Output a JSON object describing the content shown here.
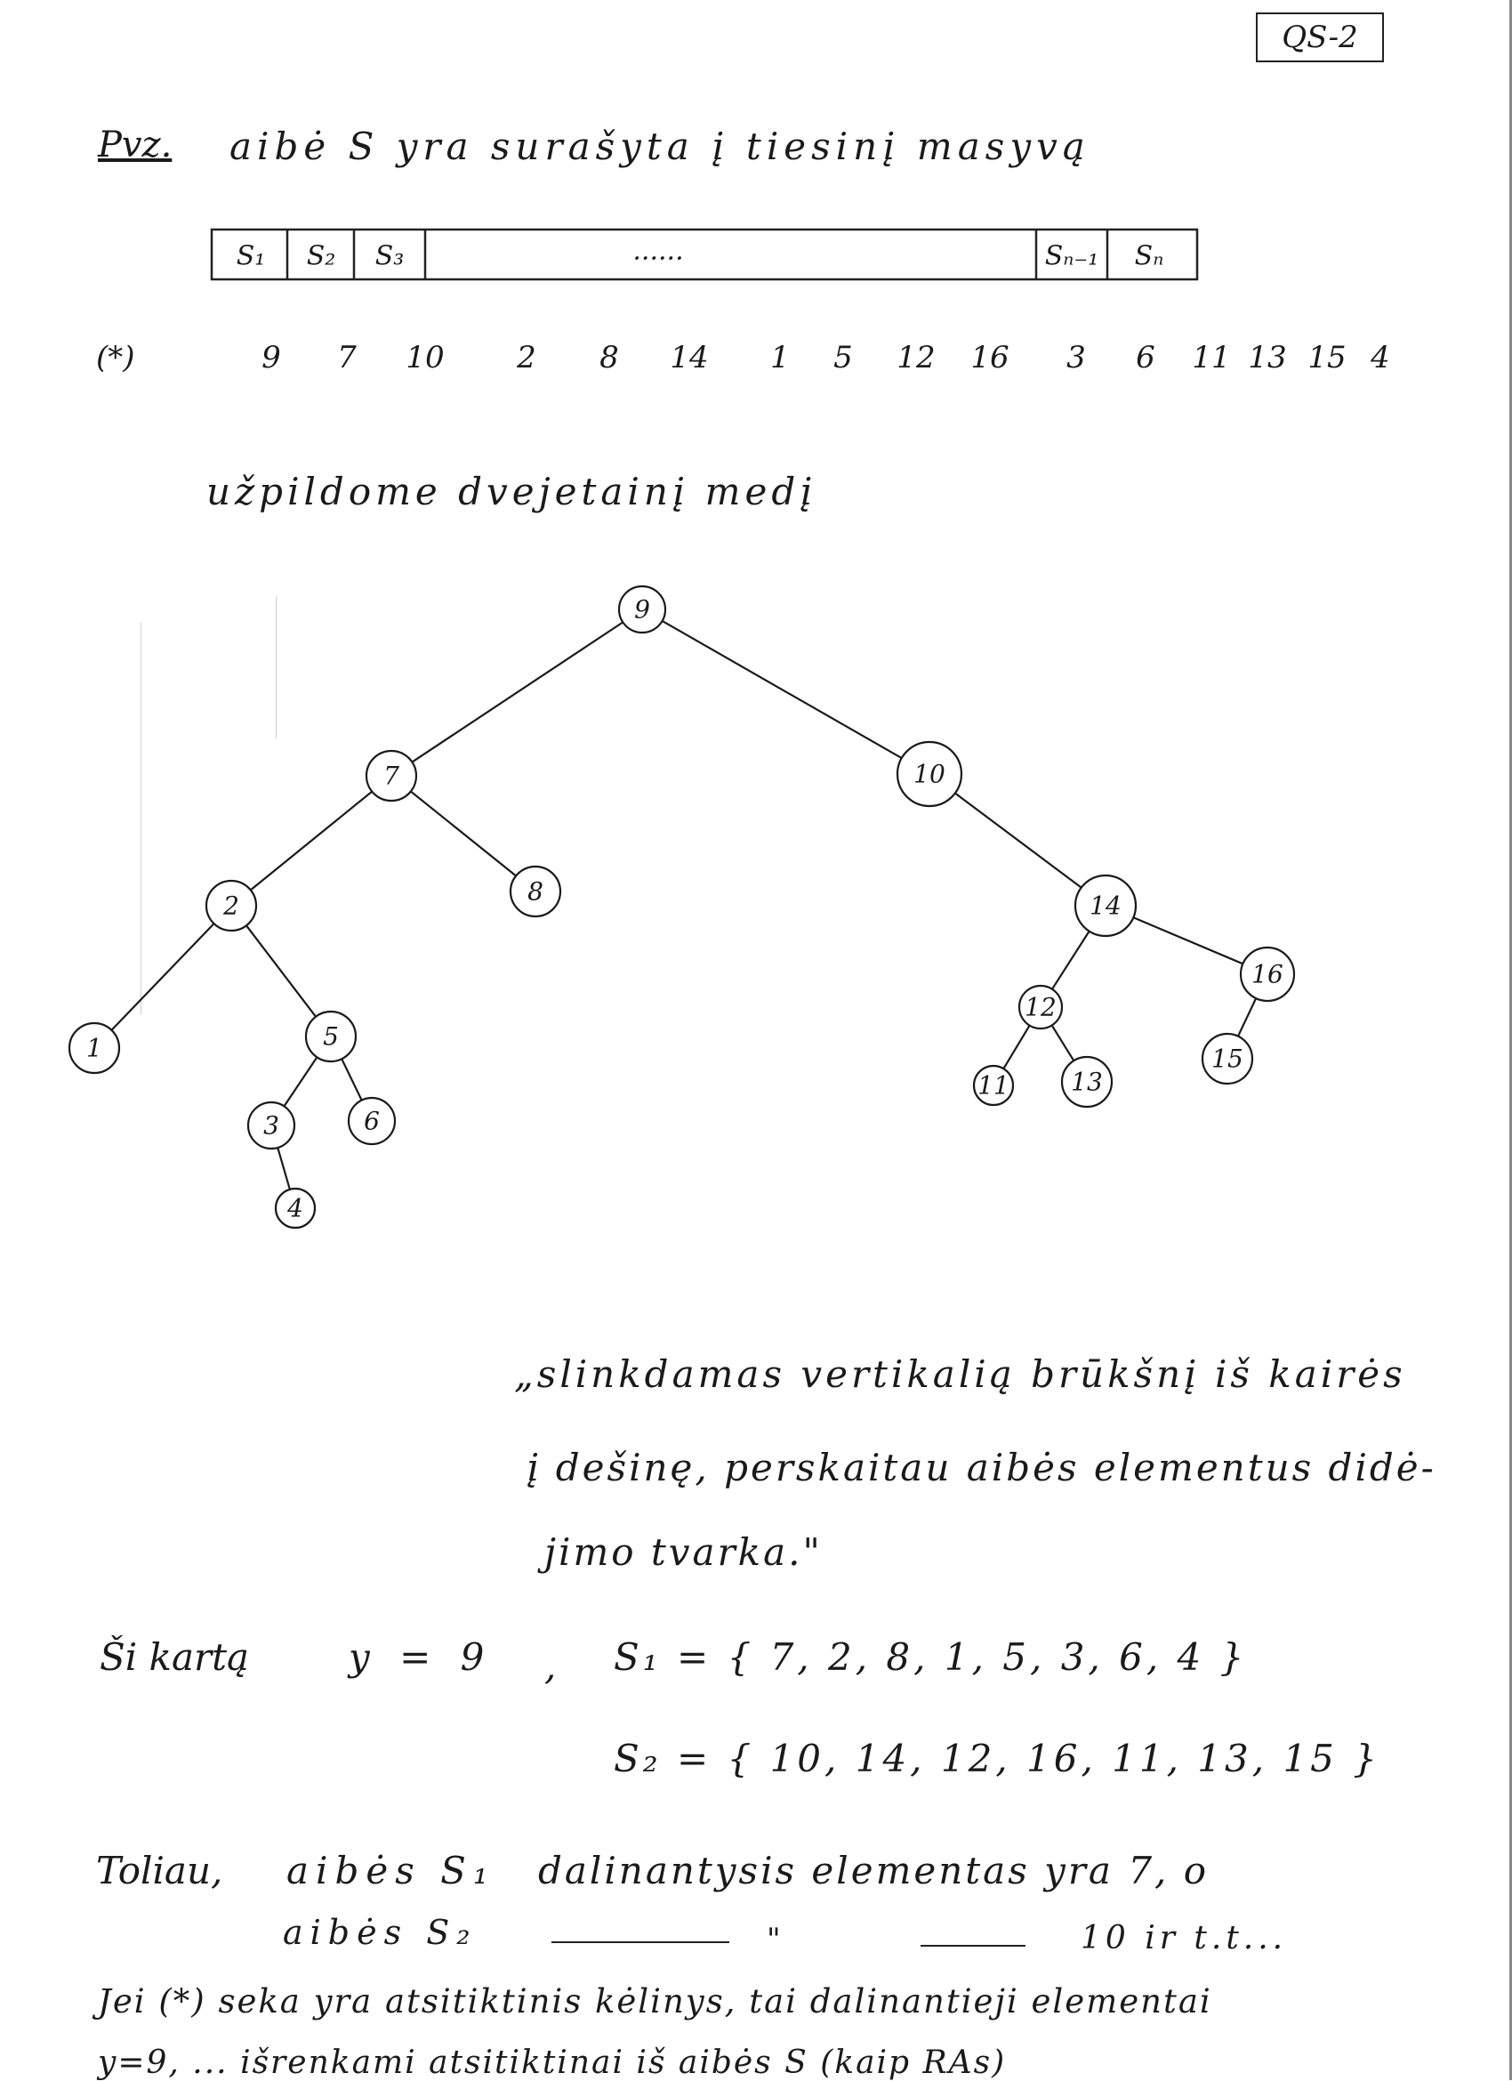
{
  "page_id": "QS-2",
  "intro": {
    "label": "Pvz.",
    "text": "aibė S yra surašyta į tiesinį masyvą"
  },
  "array_cells": [
    "S₁",
    "S₂",
    "S₃",
    "......",
    "Sₙ₋₁",
    "Sₙ"
  ],
  "sequence": {
    "marker": "(*)",
    "values": [
      "9",
      "7",
      "10",
      "2",
      "8",
      "14",
      "1",
      "5",
      "12",
      "16",
      "3",
      "6",
      "11",
      "13",
      "15",
      "4"
    ]
  },
  "tree_heading": "užpildome dvejetainį medį",
  "tree": {
    "nodes": [
      "9",
      "7",
      "10",
      "2",
      "8",
      "14",
      "1",
      "5",
      "12",
      "16",
      "3",
      "6",
      "11",
      "13",
      "15",
      "4"
    ],
    "edges": [
      [
        "9",
        "7"
      ],
      [
        "9",
        "10"
      ],
      [
        "7",
        "2"
      ],
      [
        "7",
        "8"
      ],
      [
        "10",
        "14"
      ],
      [
        "2",
        "1"
      ],
      [
        "2",
        "5"
      ],
      [
        "14",
        "12"
      ],
      [
        "14",
        "16"
      ],
      [
        "5",
        "3"
      ],
      [
        "5",
        "6"
      ],
      [
        "12",
        "11"
      ],
      [
        "12",
        "13"
      ],
      [
        "16",
        "15"
      ],
      [
        "3",
        "4"
      ]
    ]
  },
  "quote": {
    "line1": "„slinkdamas vertikalią brūkšnį iš kairės",
    "line2": "į dešinę, perskaitau aibės elementus didė-",
    "line3": "jimo tvarka.\""
  },
  "result": {
    "label": "Ši kartą",
    "y_eq": "y = 9",
    "comma": ",",
    "s1": "S₁ = { 7, 2, 8, 1, 5, 3, 6, 4 }",
    "s2": "S₂ = { 10, 14, 12, 16, 11, 13, 15 }"
  },
  "further": {
    "line1_a": "Toliau,",
    "line1_b": "aibės S₁",
    "line1_c": "dalinantysis elementas yra 7, o",
    "line2_a": "aibės S₂",
    "line2_b": "\"",
    "line2_c": "10 ir t.t...",
    "line3": "Jei (*) seka yra atsitiktinis kėlinys, tai dalinantieji elementai",
    "line4": "y=9, ... išrenkami atsitiktinai iš aibės S (kaip RAs)"
  }
}
